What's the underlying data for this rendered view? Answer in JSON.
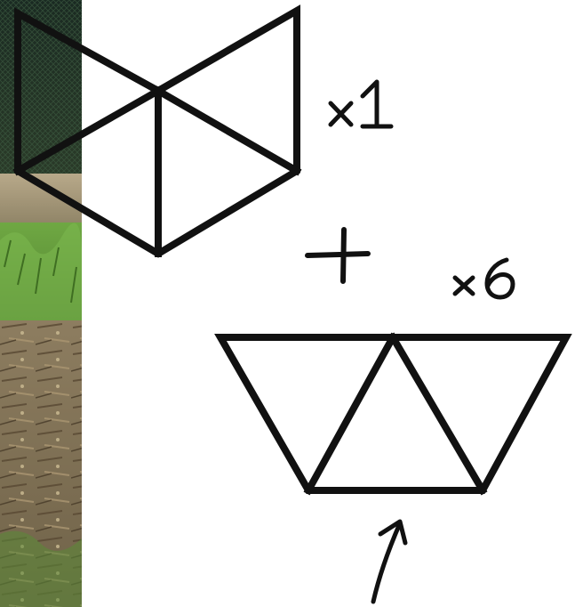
{
  "figure": {
    "multiplier_top": "×1",
    "multiplier_bottom": "×6",
    "plus_sign": "+"
  },
  "colors": {
    "ink": "#111111",
    "background": "#ffffff",
    "photo_ground": "#8a7a5e",
    "photo_grass": "#5f9a3a",
    "photo_dark": "#1f2a20"
  },
  "icons": {
    "photo": "garden-photo-strip",
    "arrow": "arrow-up-icon",
    "plus": "plus-icon"
  }
}
